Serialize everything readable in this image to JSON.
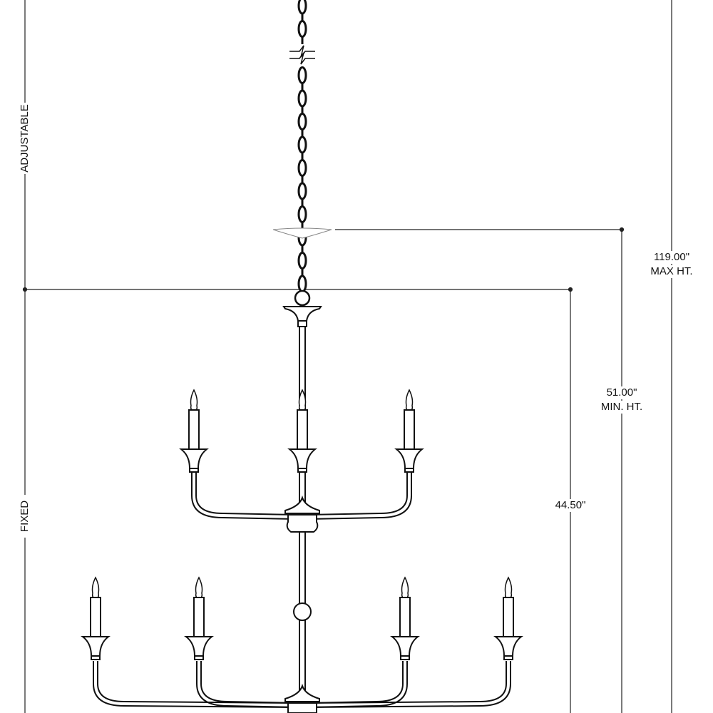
{
  "dimensions": {
    "adjustable_label": "ADJUSTABLE",
    "fixed_label": "FIXED",
    "fixed_height": "44.50\"",
    "min_height_value": "51.00\"",
    "min_height_label": "MIN. HT.",
    "max_height_value": "119.00\"",
    "max_height_label": "MAX HT."
  },
  "colors": {
    "line": "#111111",
    "background": "#ffffff"
  }
}
